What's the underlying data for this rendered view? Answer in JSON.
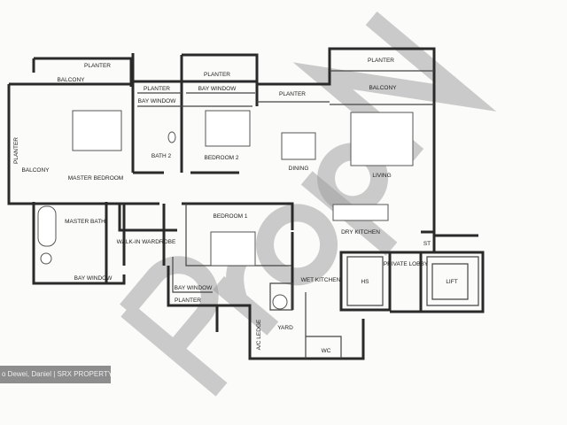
{
  "floor_plan": {
    "rooms": {
      "planter_top_left": "PLANTER",
      "balcony_top_left": "BALCONY",
      "planter_bedroom2": "PLANTER",
      "bay_window_bedroom2_left": "BAY WINDOW",
      "planter_bedroom2_right": "PLANTER",
      "bay_window_bedroom2_right": "BAY WINDOW",
      "planter_mid": "PLANTER",
      "planter_top_right": "PLANTER",
      "balcony_right": "BALCONY",
      "planter_left": "PLANTER",
      "balcony_left": "BALCONY",
      "master_bedroom": "MASTER BEDROOM",
      "bath2": "BATH 2",
      "bedroom2": "BEDROOM 2",
      "dining": "DINING",
      "living": "LIVING",
      "master_bath": "MASTER BATH",
      "walkin_wardrobe": "WALK-IN WARDROBE",
      "bedroom1": "BEDROOM 1",
      "dry_kitchen": "DRY KITCHEN",
      "st": "ST",
      "bay_window_master_bath": "BAY WINDOW",
      "bay_window_bedroom1": "BAY WINDOW",
      "planter_bedroom1": "PLANTER",
      "ac_ledge": "A/C LEDGE",
      "wet_kitchen": "WET KITCHEN",
      "hs": "HS",
      "private_lobby": "PRIVATE LOBBY",
      "lift": "LIFT",
      "yard": "YARD",
      "wc": "WC"
    },
    "watermark": "PropN",
    "credit": "o Dewei, Daniel | SRX PROPERTY"
  }
}
